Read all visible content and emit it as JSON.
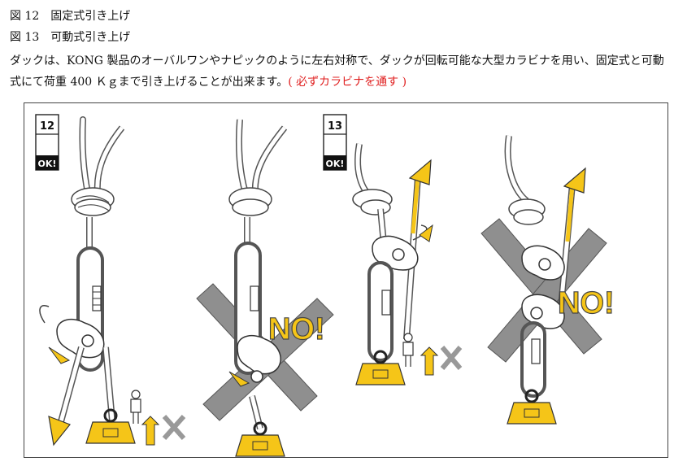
{
  "captions": {
    "fig12": "図 12　固定式引き上げ",
    "fig13": "図 13　可動式引き上げ"
  },
  "description": {
    "main": "ダックは、KONG 製品のオーバルワンやナピックのように左右対称で、ダックが回転可能な大型カラビナを用い、固定式と可動式にて荷重 400 Ｋｇまで引き上げることが出来ます。",
    "note": "( 必ずカラビナを通す )"
  },
  "figure": {
    "badge_12": {
      "number": "12",
      "status": "OK!"
    },
    "badge_13": {
      "number": "13",
      "status": "OK!"
    },
    "no_label_1": "NO!",
    "no_label_2": "NO!"
  },
  "colors": {
    "accent_yellow": "#f5c518",
    "note_red": "#e02020",
    "cross_gray": "#8f8f8f",
    "outline": "#333333"
  }
}
